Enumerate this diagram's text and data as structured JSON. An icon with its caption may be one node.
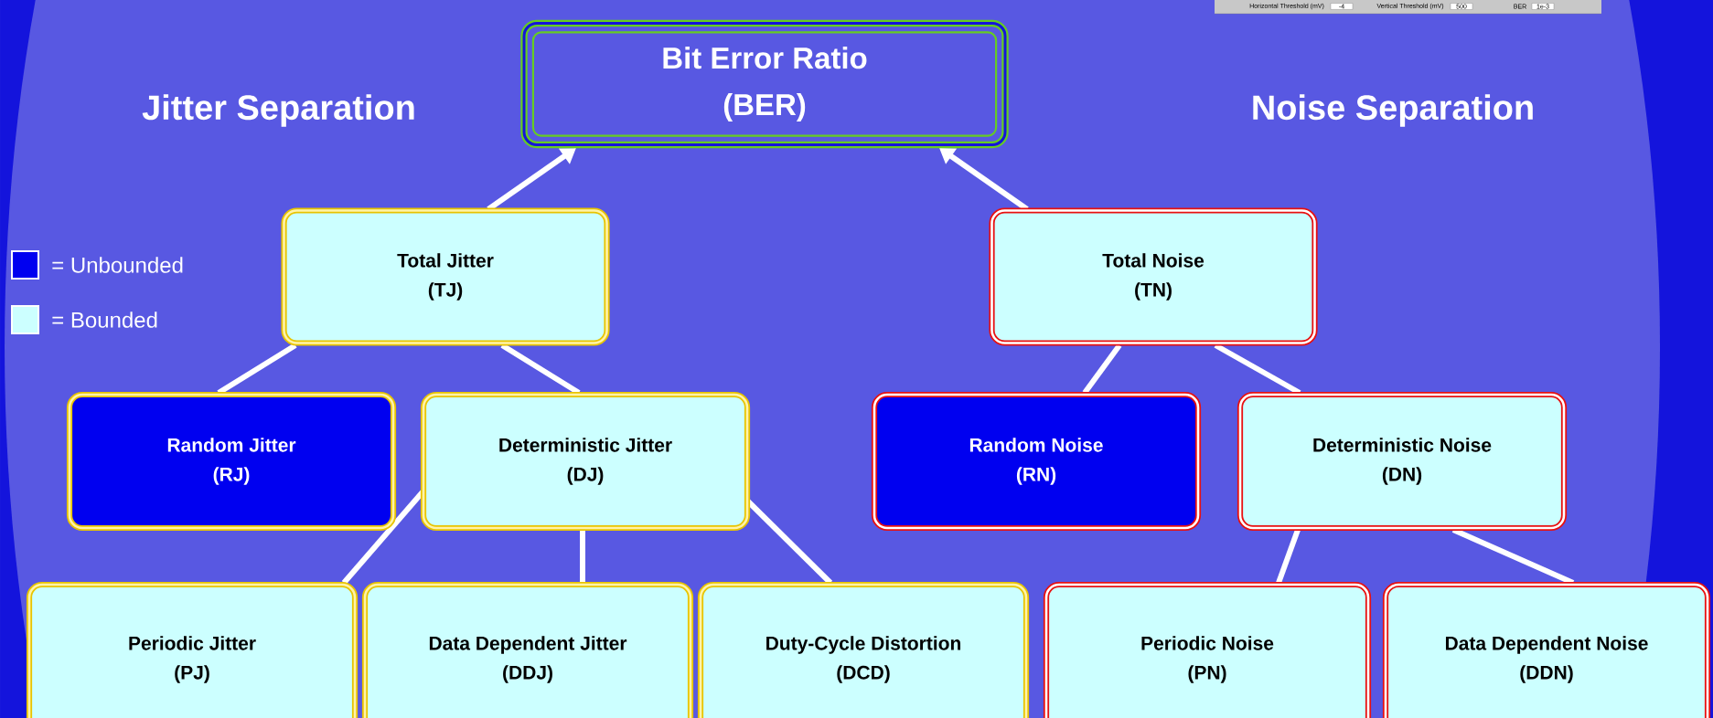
{
  "diagram": {
    "nodes": [
      {
        "text": [
          "Bit Error Ratio",
          "(BER)"
        ]
      },
      {
        "text": [
          "Total Jitter",
          "(TJ)"
        ]
      },
      {
        "text": [
          "Total Noise",
          "(TN)"
        ]
      },
      {
        "text": [
          "Random Jitter",
          "(RJ)"
        ]
      },
      {
        "text": [
          "Deterministic Jitter",
          "(DJ)"
        ]
      },
      {
        "text": [
          "Random Noise",
          "(RN)"
        ]
      },
      {
        "text": [
          "Deterministic Noise",
          "(DN)"
        ]
      },
      {
        "text": [
          "Periodic Jitter",
          "(PJ)"
        ]
      },
      {
        "text": [
          "Data Dependent Jitter",
          "(DDJ)"
        ]
      },
      {
        "text": [
          "Duty-Cycle Distortion",
          "(DCD)"
        ]
      },
      {
        "text": [
          "Periodic Noise",
          "(PN)"
        ]
      },
      {
        "text": [
          "Data Dependent Noise",
          "(DDN)"
        ]
      }
    ],
    "edges": [
      {
        "from": 1,
        "to": 0,
        "arrow": "to"
      },
      {
        "from": 2,
        "to": 0,
        "arrow": "to"
      },
      {
        "from": 1,
        "to": 3,
        "arrow": "none"
      },
      {
        "from": 1,
        "to": 4,
        "arrow": "none"
      },
      {
        "from": 4,
        "to": 7,
        "arrow": "none"
      },
      {
        "from": 4,
        "to": 8,
        "arrow": "none"
      },
      {
        "from": 4,
        "to": 9,
        "arrow": "none"
      },
      {
        "from": 2,
        "to": 5,
        "arrow": "none"
      },
      {
        "from": 2,
        "to": 6,
        "arrow": "none"
      },
      {
        "from": 6,
        "to": 10,
        "arrow": "none"
      },
      {
        "from": 6,
        "to": 11,
        "arrow": "none"
      }
    ],
    "labels": [
      "Jitter Separation",
      "Noise Separation",
      "Horizontal Threshold (mV)",
      "-4",
      "Vertical Threshold (mV)",
      "500",
      "BER",
      "1e-3"
    ],
    "legend": [
      {
        "text": "= Unbounded",
        "color": "#0000f0"
      },
      {
        "text": "= Bounded",
        "color": "#ccffff"
      }
    ]
  }
}
